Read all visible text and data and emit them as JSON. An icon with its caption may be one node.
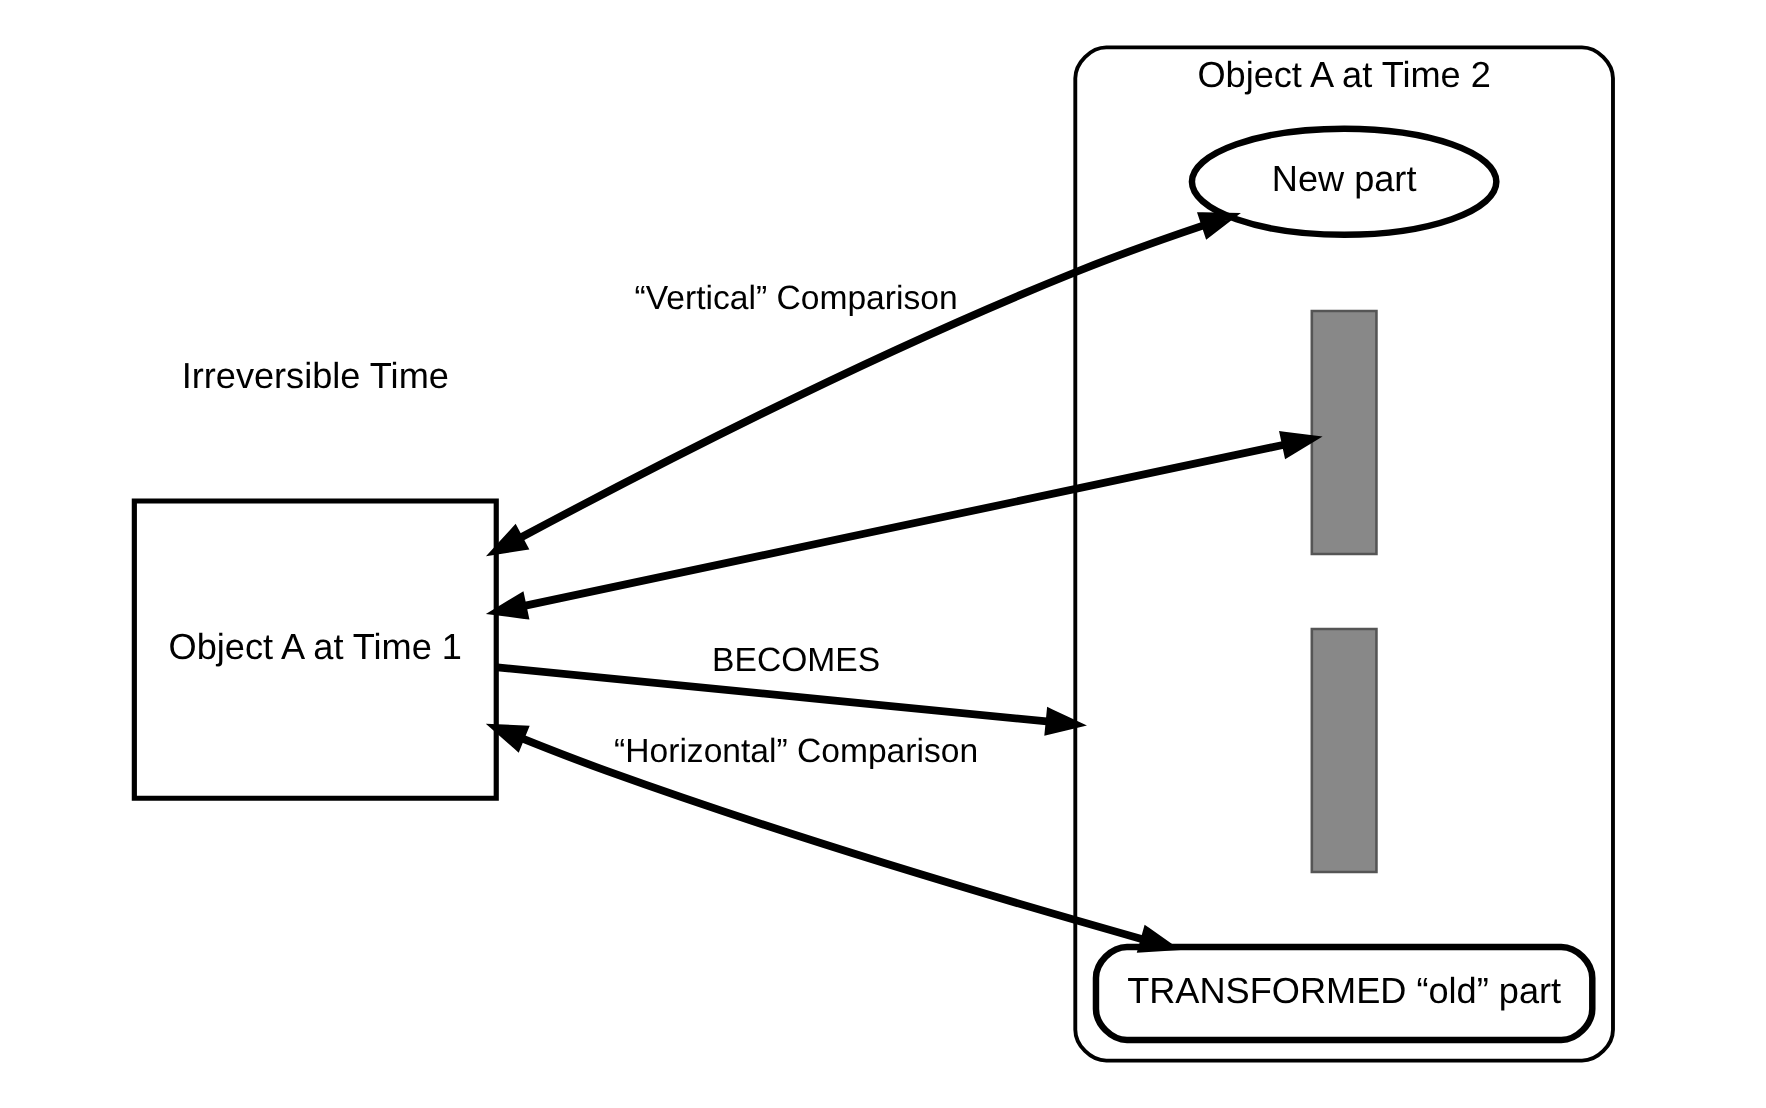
{
  "diagram": {
    "nodes": [
      {
        "text": [
          "Object A at Time 1"
        ]
      },
      {
        "text": [
          "Object A at Time 2"
        ]
      },
      {
        "text": [
          "New part"
        ],
        "in": 1
      },
      {
        "text": [],
        "shape": "bar",
        "in": 1
      },
      {
        "text": [],
        "shape": "bar",
        "in": 1
      },
      {
        "text": [
          "TRANSFORMED “old” part"
        ],
        "in": 1
      }
    ],
    "edges": [
      {
        "from": 0,
        "to": 2,
        "arrow": "both",
        "label": "“Vertical” Comparison"
      },
      {
        "from": 0,
        "to": 3,
        "arrow": "both"
      },
      {
        "from": 0,
        "to": 1,
        "arrow": "to",
        "label": "BECOMES"
      },
      {
        "from": 0,
        "to": 5,
        "arrow": "both",
        "label": "“Horizontal” Comparison"
      }
    ],
    "labels": [
      "Irreversible Time"
    ]
  }
}
